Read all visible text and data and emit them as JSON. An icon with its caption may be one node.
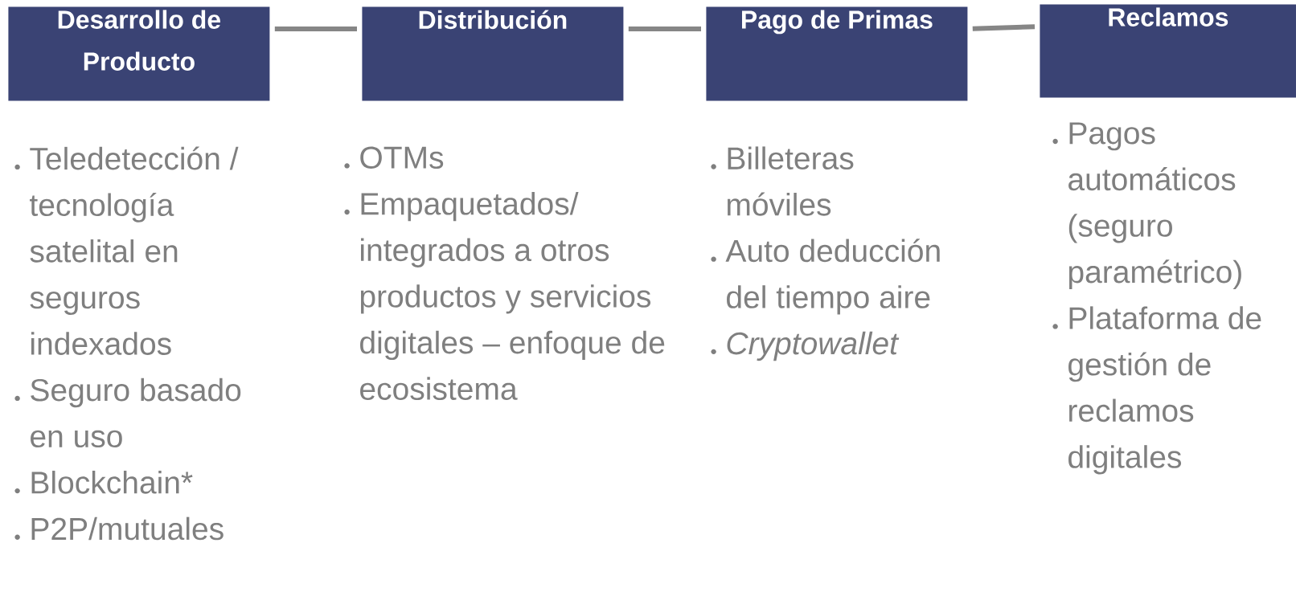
{
  "diagram": {
    "nodes": [
      {
        "text": [
          "Desarrollo de Producto"
        ],
        "beside": [
          "Teledetección / tecnología satelital en seguros indexados",
          "Seguro basado en uso",
          "Blockchain*",
          "P2P/mutuales"
        ]
      },
      {
        "text": [
          "Distribución"
        ],
        "beside": [
          "OTMs",
          "Empaquetados/ integrados a otros productos y servicios digitales – enfoque de ecosistema"
        ]
      },
      {
        "text": [
          "Pago de Primas"
        ],
        "beside": [
          "Billeteras móviles",
          "Auto deducción del tiempo aire",
          "*Cryptowallet*"
        ]
      },
      {
        "text": [
          "Reclamos"
        ],
        "beside": [
          "Pagos automáticos (seguro paramétrico)",
          "Plataforma de gestión de reclamos digitales"
        ]
      }
    ],
    "edges": [
      {
        "from": 0,
        "to": 1,
        "arrow": "none"
      },
      {
        "from": 1,
        "to": 2,
        "arrow": "none"
      },
      {
        "from": 2,
        "to": 3,
        "arrow": "none"
      }
    ]
  }
}
